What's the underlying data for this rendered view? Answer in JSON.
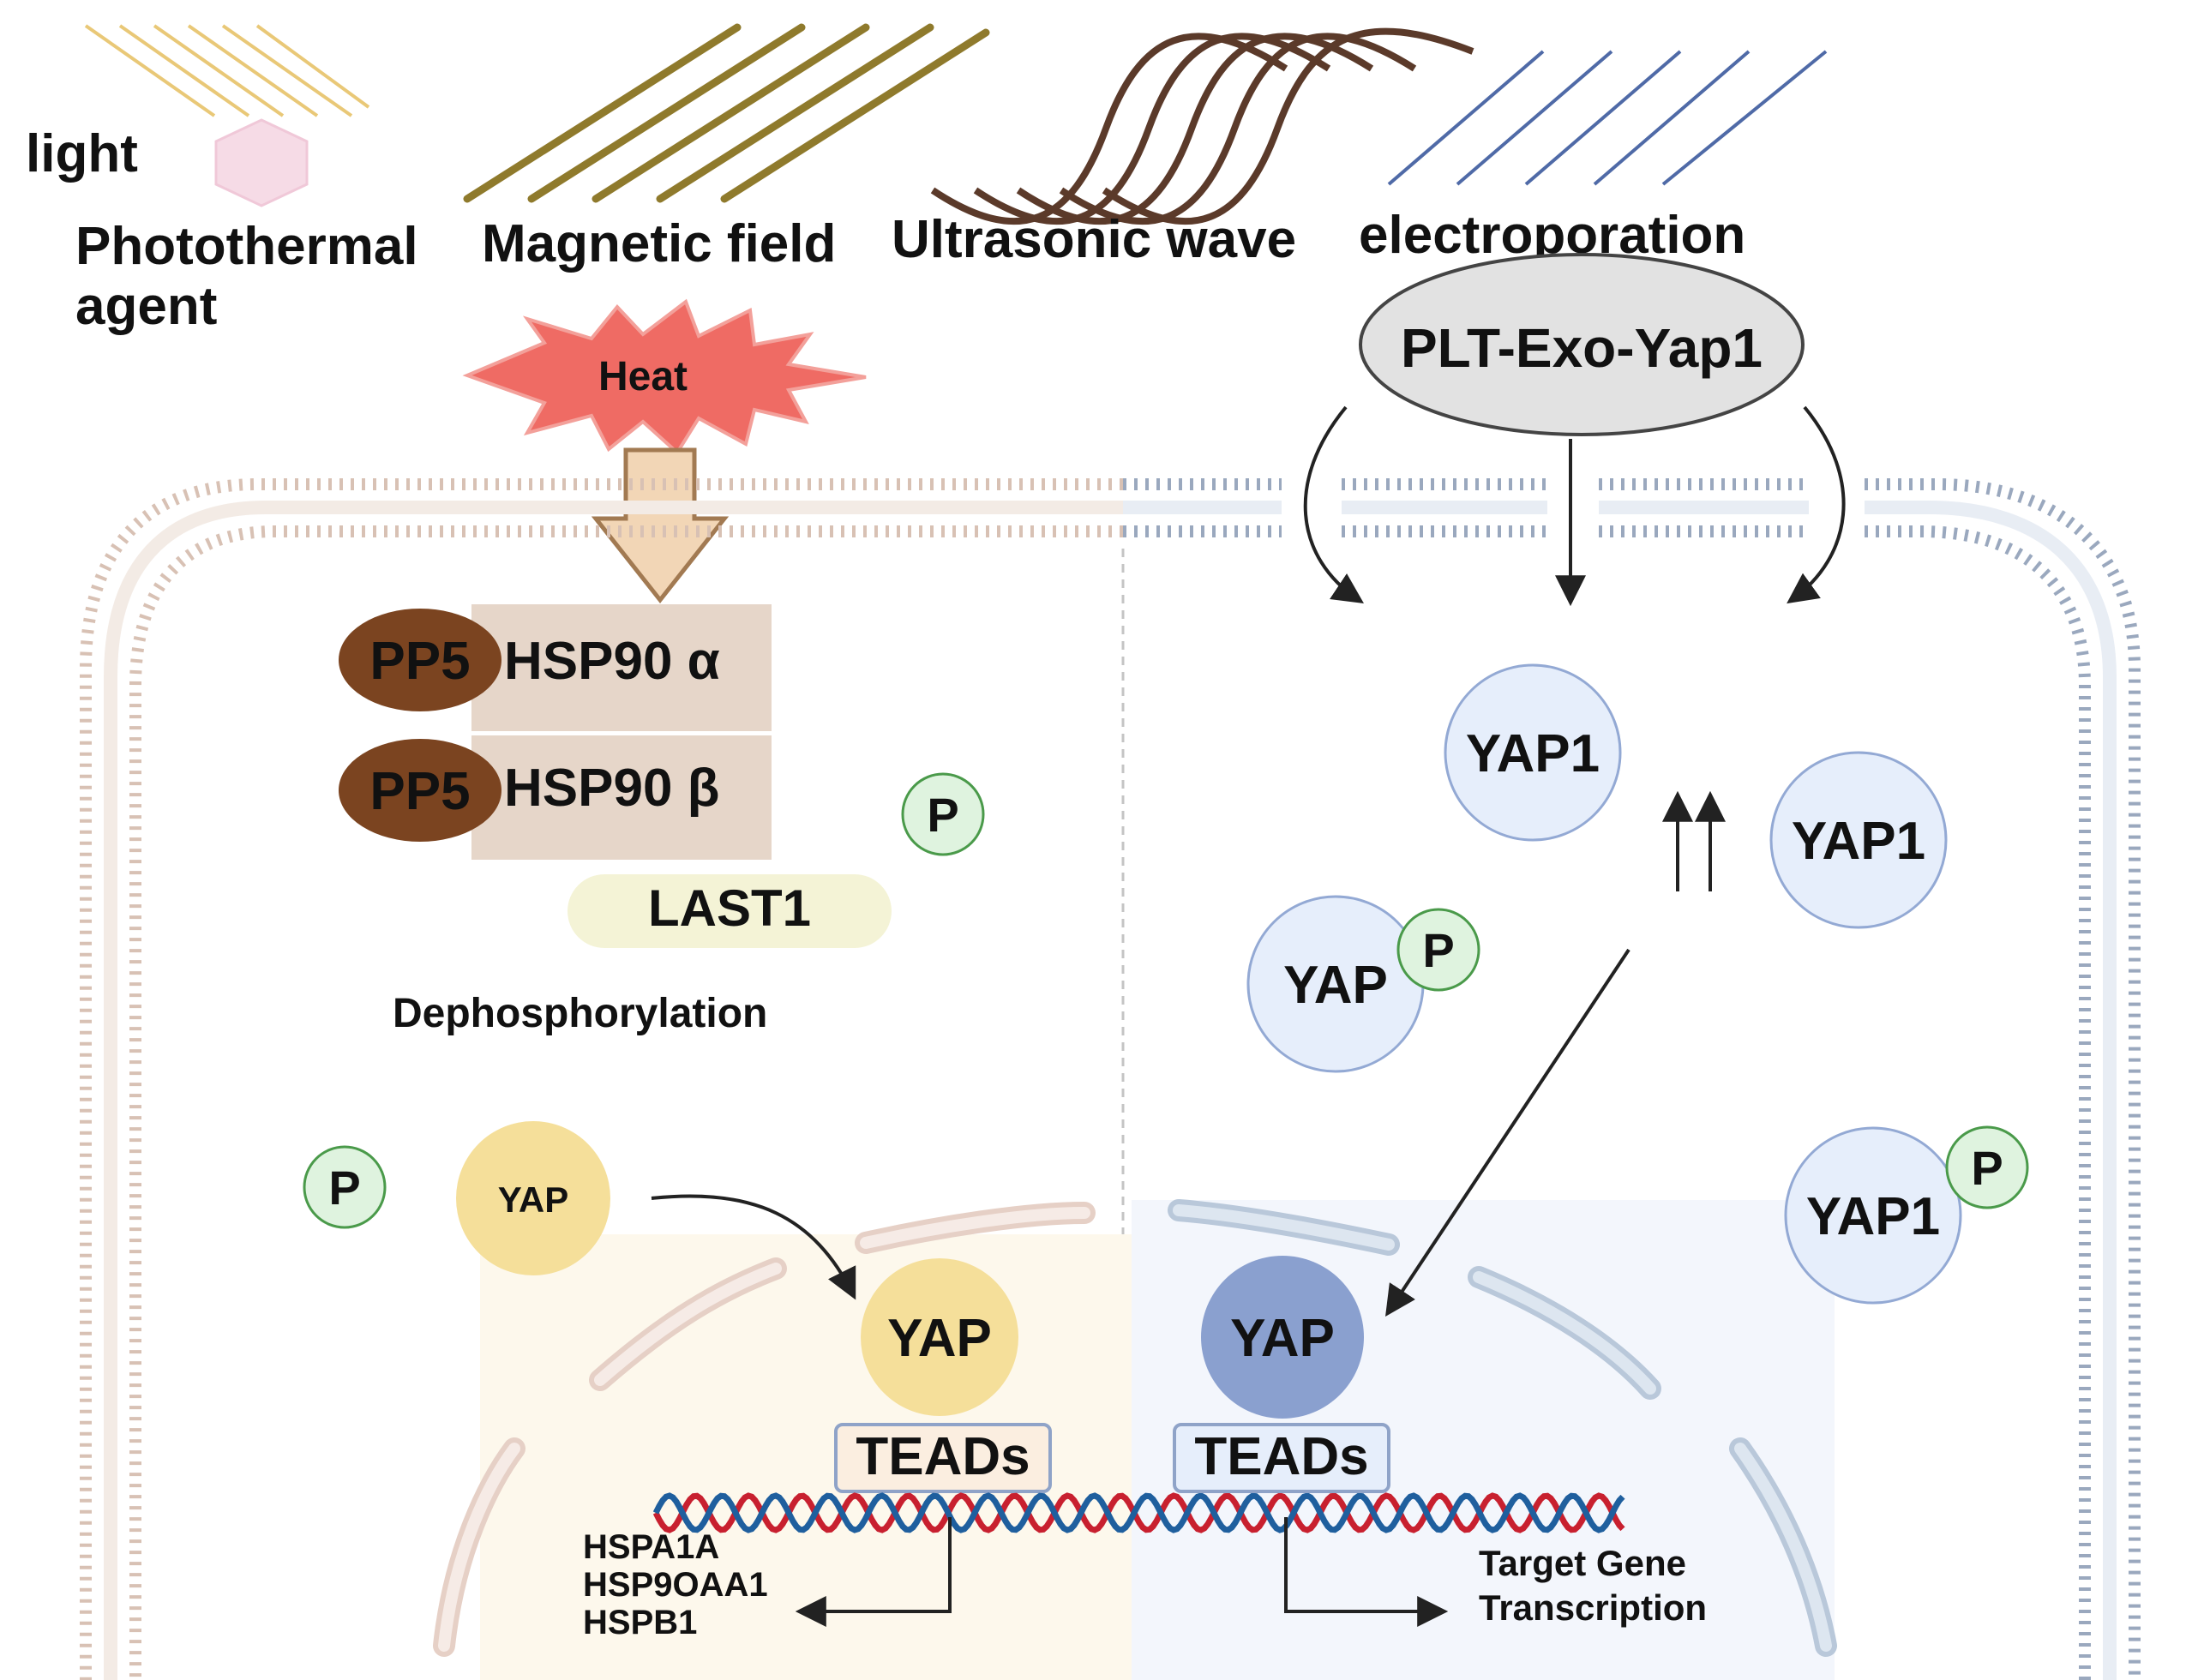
{
  "stimuli": {
    "light": "light",
    "photothermal_agent_line1": "Photothermal",
    "photothermal_agent_line2": "agent",
    "magnetic_field": "Magnetic field",
    "ultrasonic_wave": "Ultrasonic wave",
    "electroporation": "electroporation"
  },
  "heat_label": "Heat",
  "exosome_label": "PLT-Exo-Yap1",
  "left_panel": {
    "pp5_alpha": "PP5",
    "hsp90_alpha": "HSP90 α",
    "pp5_beta": "PP5",
    "hsp90_beta": "HSP90 β",
    "phospho_free": "P",
    "last1": "LAST1",
    "dephosphorylation": "Dephosphorylation",
    "phospho_released": "P",
    "yap_cytoplasm": "YAP",
    "yap_nuclear": "YAP",
    "teads": "TEADs",
    "target_genes": [
      "HSPA1A",
      "HSP9OAA1",
      "HSPB1"
    ]
  },
  "right_panel": {
    "yap1_top": "YAP1",
    "yap1_right": "YAP1",
    "yap_phospho": "YAP",
    "yap_phospho_p": "P",
    "yap1_phospho": "YAP1",
    "yap1_phospho_p": "P",
    "yap_nuclear": "YAP",
    "teads": "TEADs",
    "target_line1": "Target Gene",
    "target_line2": "Transcription"
  },
  "colors": {
    "light_rays": "#e9c877",
    "magnetic": "#8f7a2c",
    "ultrasound": "#5b3a2a",
    "electro": "#4f6aa7",
    "heat": "#ef6b64",
    "membrane_left": "#d8c1b4",
    "membrane_right": "#9aa8be",
    "pp5": "#7b4420",
    "hsp90": "#e6d6c9",
    "last1": "#f4f3d6",
    "phospho": "#dff3df",
    "yap_yellow": "#f5df9a",
    "yap1_blue": "#e6eefb",
    "yap_dark_blue": "#8aa0cf",
    "dna_red": "#c8202f",
    "dna_blue": "#1f5f9e"
  }
}
